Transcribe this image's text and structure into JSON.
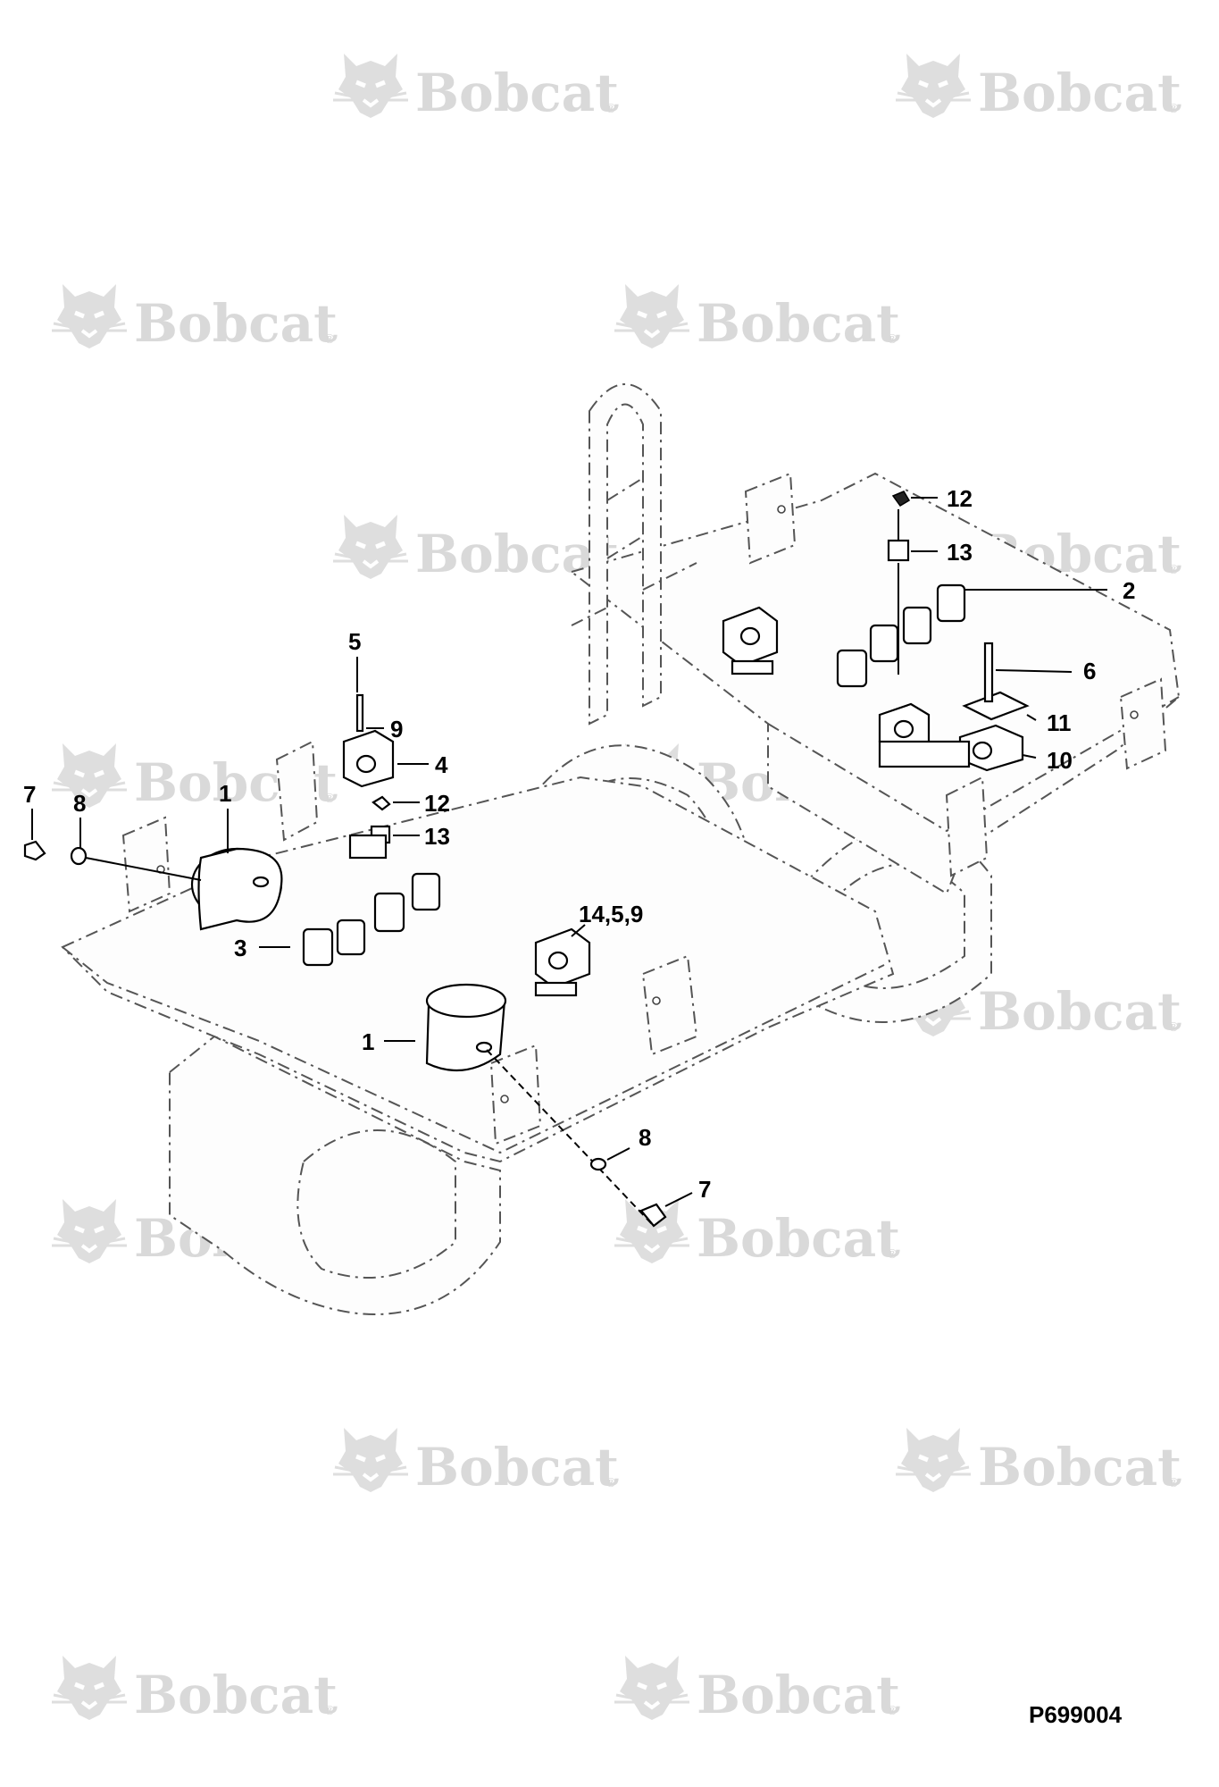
{
  "watermark": {
    "brand": "Bobcat",
    "registered_mark": "®",
    "icon": "bobcat-head-icon"
  },
  "drawing_code": "P699004",
  "callouts": [
    {
      "id": "c-7-left",
      "text": "7"
    },
    {
      "id": "c-8-left",
      "text": "8"
    },
    {
      "id": "c-1-left",
      "text": "1"
    },
    {
      "id": "c-5",
      "text": "5"
    },
    {
      "id": "c-9",
      "text": "9"
    },
    {
      "id": "c-4",
      "text": "4"
    },
    {
      "id": "c-12-left",
      "text": "12"
    },
    {
      "id": "c-13-left",
      "text": "13"
    },
    {
      "id": "c-3",
      "text": "3"
    },
    {
      "id": "c-14-5-9",
      "text": "14,5,9"
    },
    {
      "id": "c-1-center",
      "text": "1"
    },
    {
      "id": "c-8-bottom",
      "text": "8"
    },
    {
      "id": "c-7-bottom",
      "text": "7"
    },
    {
      "id": "c-12-right",
      "text": "12"
    },
    {
      "id": "c-13-right",
      "text": "13"
    },
    {
      "id": "c-2",
      "text": "2"
    },
    {
      "id": "c-6",
      "text": "6"
    },
    {
      "id": "c-11",
      "text": "11"
    },
    {
      "id": "c-10",
      "text": "10"
    }
  ]
}
